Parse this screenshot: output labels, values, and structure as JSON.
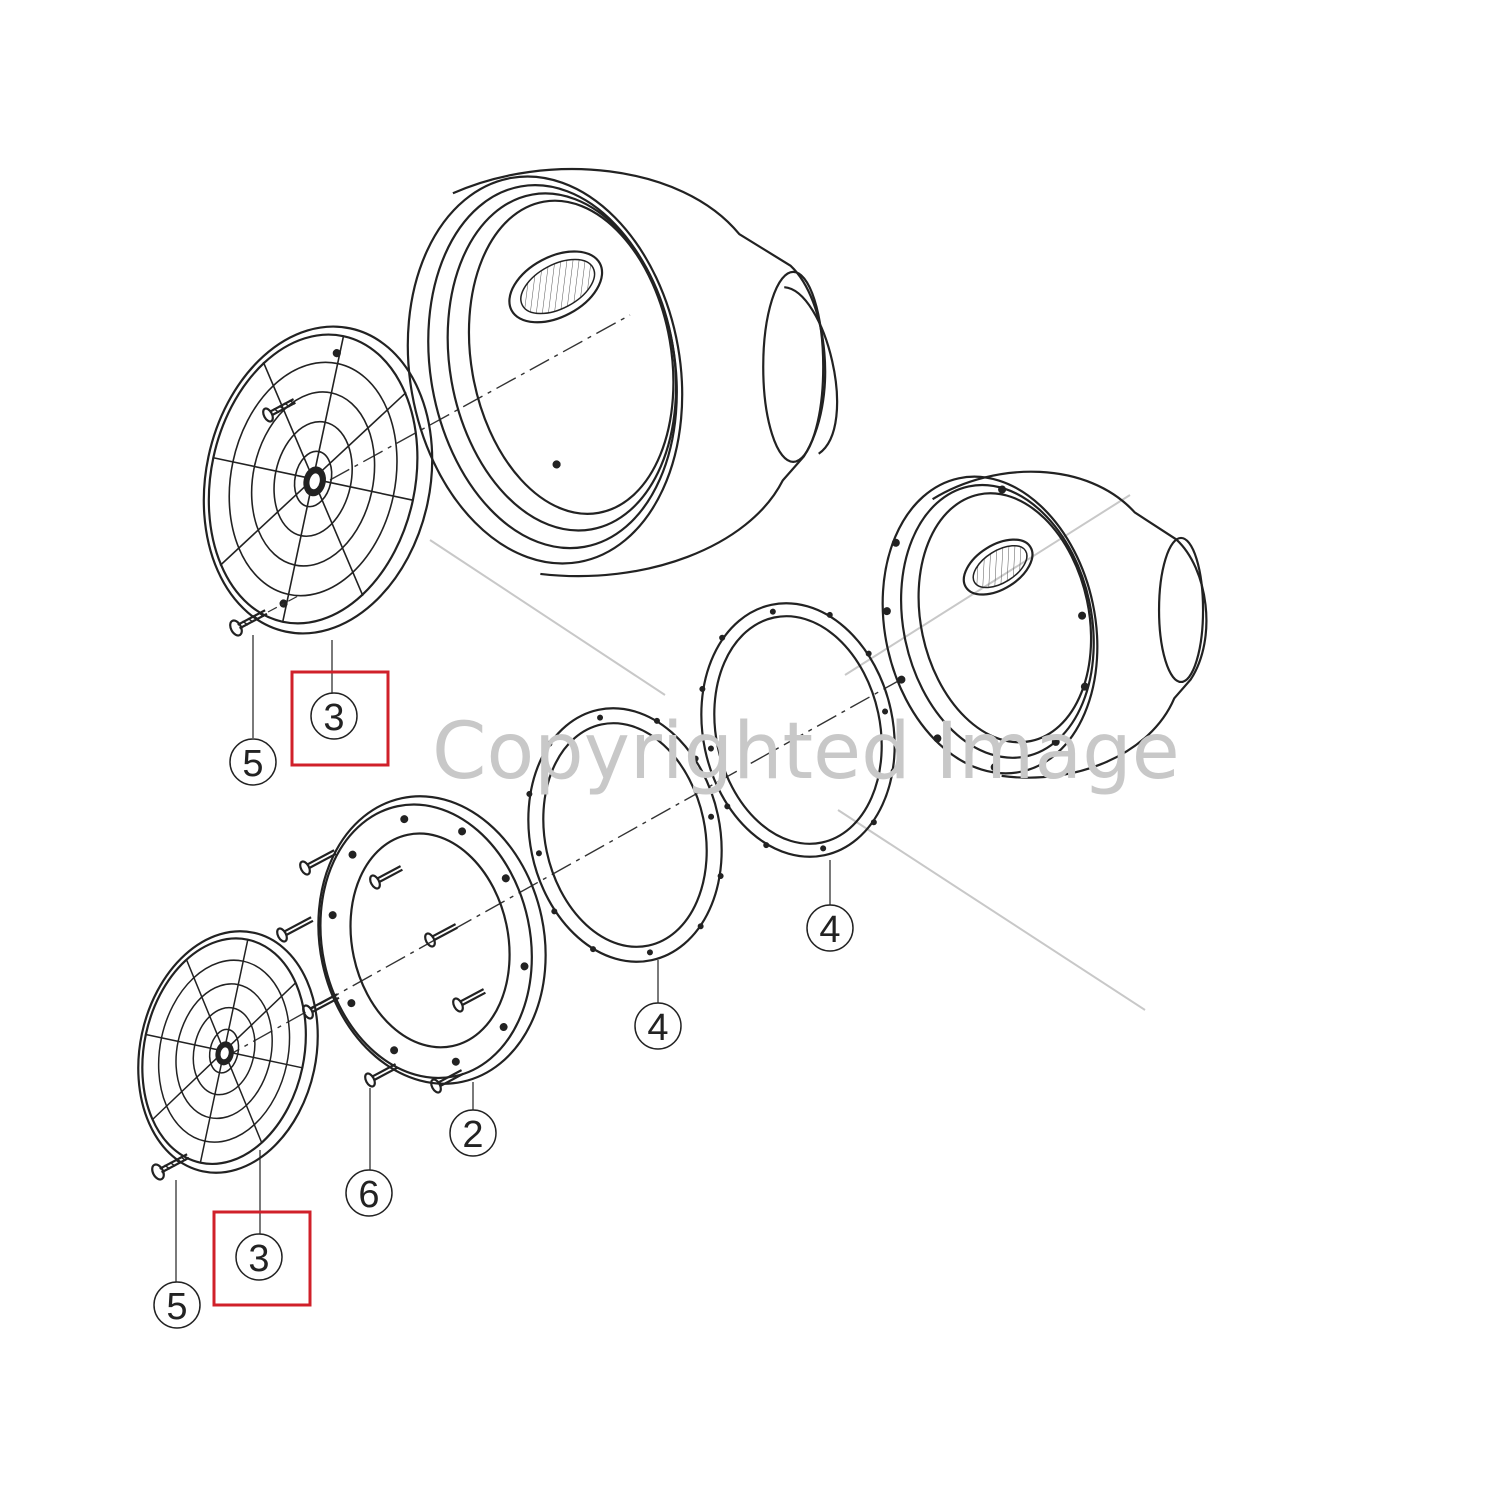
{
  "diagram": {
    "type": "exploded-parts-drawing",
    "watermark": "Copyrighted Image",
    "highlight_color": "#d0202a",
    "line_color": "#222222",
    "callouts": [
      {
        "id": "top-5",
        "label": "5",
        "highlighted": false
      },
      {
        "id": "top-3",
        "label": "3",
        "highlighted": true
      },
      {
        "id": "bottom-4-right",
        "label": "4",
        "highlighted": false
      },
      {
        "id": "bottom-4-left",
        "label": "4",
        "highlighted": false
      },
      {
        "id": "bottom-2",
        "label": "2",
        "highlighted": false
      },
      {
        "id": "bottom-6",
        "label": "6",
        "highlighted": false
      },
      {
        "id": "bottom-3",
        "label": "3",
        "highlighted": true
      },
      {
        "id": "bottom-5",
        "label": "5",
        "highlighted": false
      }
    ]
  }
}
